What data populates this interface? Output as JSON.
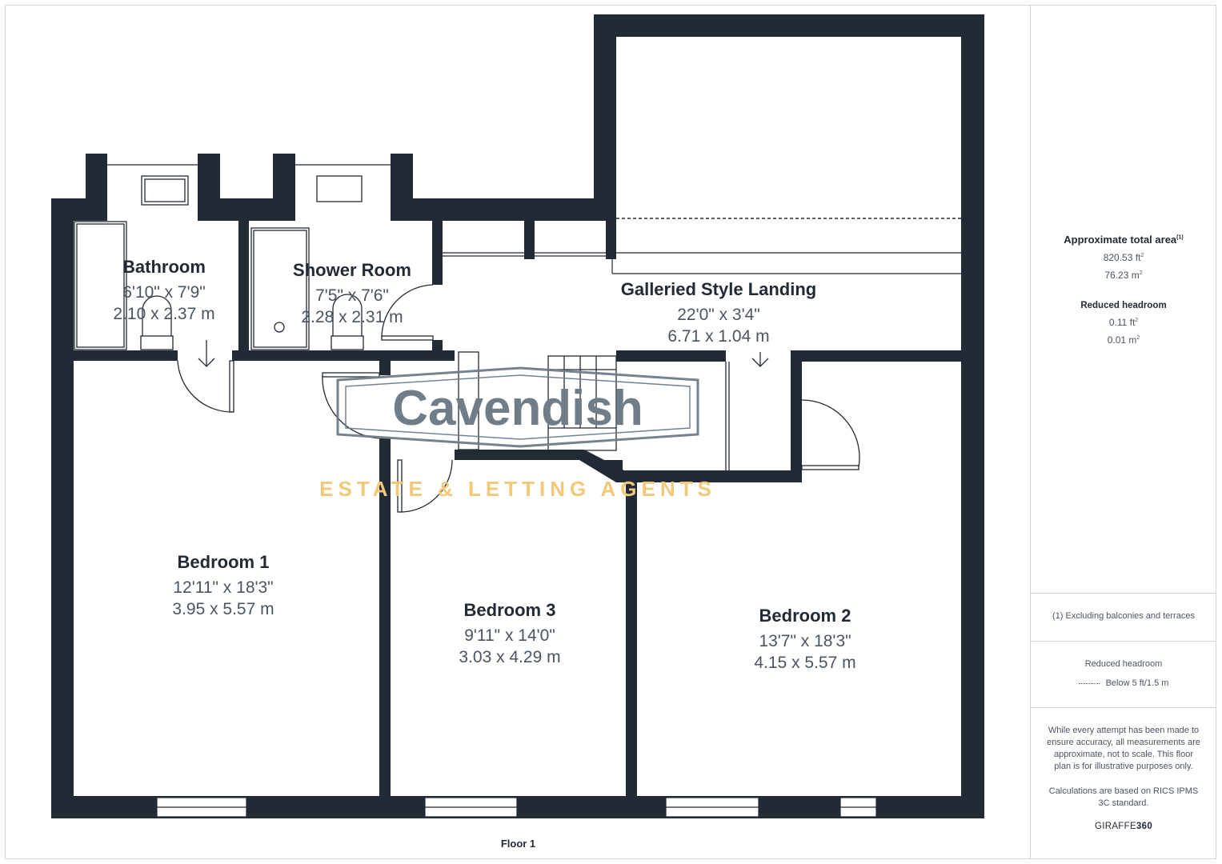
{
  "rooms": {
    "bathroom": {
      "name": "Bathroom",
      "imperial": "6'10\" x 7'9\"",
      "metric": "2.10 x 2.37 m"
    },
    "shower_room": {
      "name": "Shower Room",
      "imperial": "7'5\" x 7'6\"",
      "metric": "2.28 x 2.31 m"
    },
    "landing": {
      "name": "Galleried Style Landing",
      "imperial": "22'0\" x 3'4\"",
      "metric": "6.71 x 1.04 m"
    },
    "bedroom1": {
      "name": "Bedroom 1",
      "imperial": "12'11\" x 18'3\"",
      "metric": "3.95 x 5.57 m"
    },
    "bedroom3": {
      "name": "Bedroom 3",
      "imperial": "9'11\" x 14'0\"",
      "metric": "3.03 x 4.29 m"
    },
    "bedroom2": {
      "name": "Bedroom 2",
      "imperial": "13'7\" x 18'3\"",
      "metric": "4.15 x 5.57 m"
    }
  },
  "watermark": {
    "brand": "Cavendish",
    "tagline": "ESTATE & LETTING AGENTS"
  },
  "floor_label": "Floor 1",
  "sidebar": {
    "total_area_title": "Approximate total area",
    "total_area_note_marker": "(1)",
    "total_area_ft": "820.53 ft",
    "total_area_m": "76.23 m",
    "area_unit_sup": "2",
    "reduced_headroom_title": "Reduced headroom",
    "reduced_headroom_ft": "0.11 ft",
    "reduced_headroom_m": "0.01 m",
    "footnote": "(1) Excluding balconies and terraces",
    "legend_title": "Reduced headroom",
    "legend_item": "Below 5 ft/1.5 m",
    "disclaimer": "While every attempt has been made to ensure accuracy, all measurements are approximate, not to scale. This floor plan is for illustrative purposes only.",
    "calc_note": "Calculations are based on RICS IPMS 3C standard.",
    "brand_main": "GIRAFFE",
    "brand_num": "360"
  },
  "colors": {
    "wall": "#222b35",
    "watermark_grey": "#6f7d88",
    "watermark_gold": "#f2c879",
    "text": "#222b35",
    "muted": "#4a5560",
    "divider": "#cfd4d9"
  }
}
